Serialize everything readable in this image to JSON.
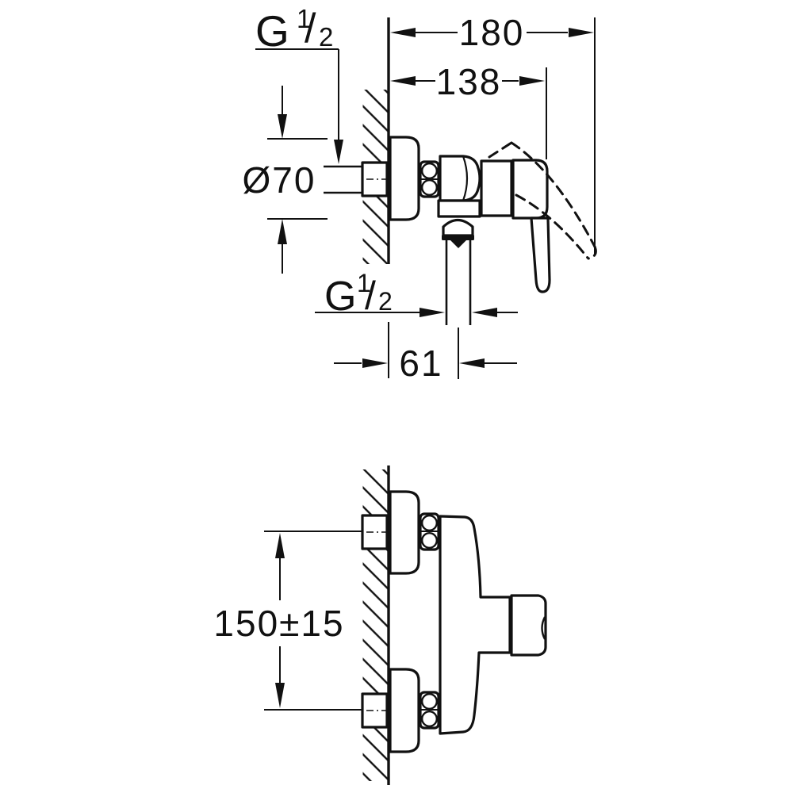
{
  "drawing": {
    "top_view": {
      "dim_overall_depth": "180",
      "dim_body_depth": "138",
      "dim_escutcheon_diameter": "Ø70",
      "dim_outlet_offset": "61",
      "thread_inlet": {
        "g": "G",
        "numerator": "1",
        "slash": "/",
        "denominator": "2"
      },
      "thread_outlet": {
        "g": "G",
        "numerator": "1",
        "slash": "/",
        "denominator": "2"
      }
    },
    "bottom_view": {
      "dim_connection_spacing": "150±15"
    }
  }
}
